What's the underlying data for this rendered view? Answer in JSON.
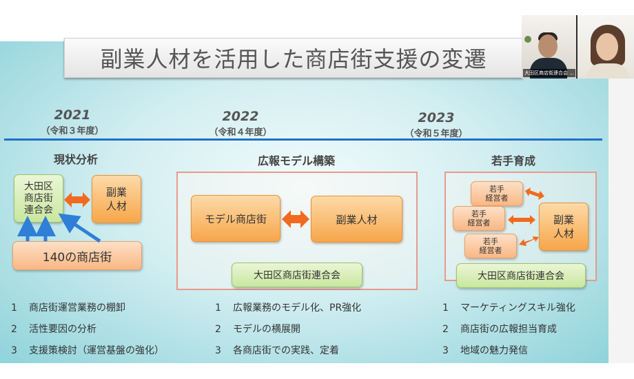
{
  "title": "副業人材を活用した商店街支援の変遷",
  "webcam": {
    "caption": "大田区商店街連合会 ..."
  },
  "columns": [
    {
      "year": "2021",
      "reiwa": "（令和３年度）",
      "section": "現状分析",
      "boxes": {
        "rengokai": "大田区\n商店街\n連合会",
        "fukugyo": "副業\n人材",
        "stores": "140の商店街"
      },
      "items": [
        "商店街運営業務の棚卸",
        "活性要因の分析",
        "支援策検討（運営基盤の強化）"
      ]
    },
    {
      "year": "2022",
      "reiwa": "（令和４年度）",
      "section": "広報モデル構築",
      "boxes": {
        "model": "モデル商店街",
        "fukugyo": "副業人材",
        "rengokai": "大田区商店街連合会"
      },
      "items": [
        "広報業務のモデル化、PR強化",
        "モデルの横展開",
        "各商店街での実践、定着"
      ]
    },
    {
      "year": "2023",
      "reiwa": "（令和５年度）",
      "section": "若手育成",
      "boxes": {
        "wakate": "若手\n経営者",
        "fukugyo": "副業\n人材",
        "rengokai": "大田区商店街連合会"
      },
      "items": [
        "マーケティングスキル強化",
        "商店街の広報担当育成",
        "地域の魅力発信"
      ]
    }
  ],
  "colors": {
    "timeline": "#1f6fc5",
    "arrow_orange": "#f26a1f",
    "arrow_blue": "#2f7fd8"
  }
}
